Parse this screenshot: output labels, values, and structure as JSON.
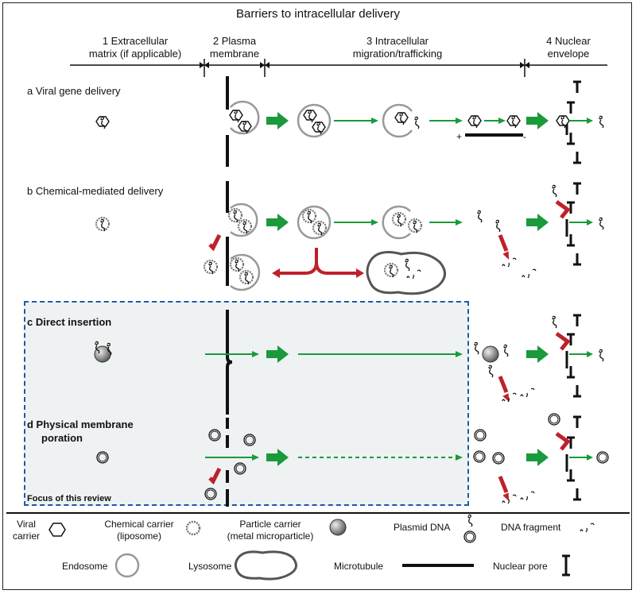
{
  "title": "Barriers to intracellular delivery",
  "columns": [
    {
      "label_line1": "1 Extracellular",
      "label_line2": "matrix (if applicable)"
    },
    {
      "label_line1": "2 Plasma",
      "label_line2": "membrane"
    },
    {
      "label_line1": "3 Intracellular",
      "label_line2": "migration/trafficking"
    },
    {
      "label_line1": "4 Nuclear",
      "label_line2": "envelope"
    }
  ],
  "rows": [
    {
      "label": "a  Viral gene delivery"
    },
    {
      "label": "b  Chemical-mediated delivery"
    },
    {
      "label": "c  Direct insertion"
    },
    {
      "label_line1": "d  Physical membrane",
      "label_line2": "poration"
    }
  ],
  "focus_label": "Focus of this review",
  "microtubule_signs": {
    "plus": "+",
    "minus": "-"
  },
  "legend": {
    "viral_carrier": {
      "line1": "Viral",
      "line2": "carrier"
    },
    "chemical_carrier": {
      "line1": "Chemical carrier",
      "line2": "(liposome)"
    },
    "particle_carrier": {
      "line1": "Particle carrier",
      "line2": "(metal microparticle)"
    },
    "plasmid_dna": "Plasmid DNA",
    "dna_fragment": "DNA fragment",
    "endosome": "Endosome",
    "lysosome": "Lysosome",
    "microtubule": "Microtubule",
    "nuclear_pore": "Nuclear pore"
  },
  "colors": {
    "green": "#1a9a3a",
    "red": "#c0202a",
    "grey": "#999999",
    "blue": "#1e5aa8",
    "focus_bg": "#eef2f2"
  }
}
